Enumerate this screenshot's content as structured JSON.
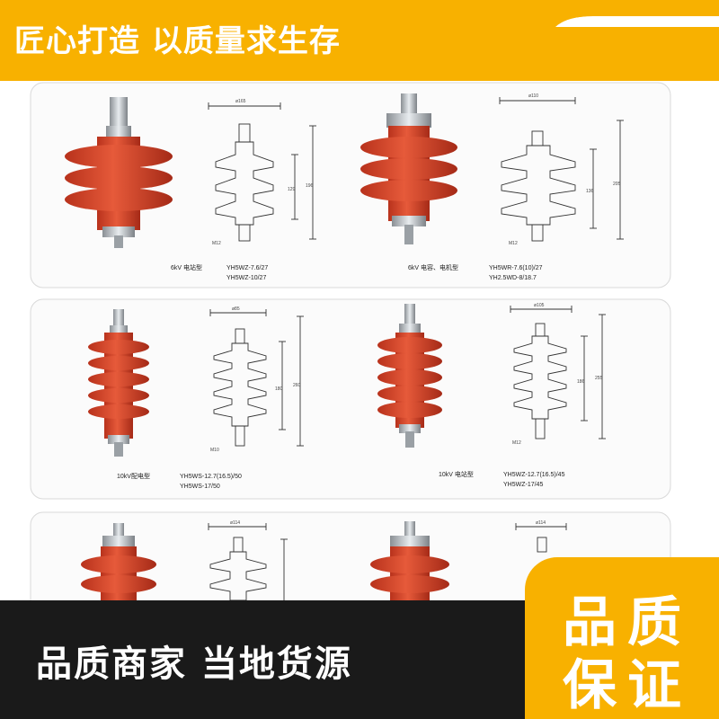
{
  "header": {
    "slogan": "匠心打造 以质量求生存"
  },
  "products": [
    {
      "usage": "6kV 电站型",
      "model_lines": [
        "YH5WZ-7.6/27",
        "YH5WZ-10/27"
      ],
      "dims": {
        "width": "ø165",
        "height_inner": "129",
        "height_outer": "196",
        "thread": "M12"
      }
    },
    {
      "usage": "6kV 电容、电机型",
      "model_lines": [
        "YH5WR-7.6(10)/27",
        "YH2.5WD-8/18.7"
      ],
      "dims": {
        "width": "ø110",
        "height_inner": "136",
        "height_outer": "205",
        "thread": "M12"
      }
    },
    {
      "usage": "10kV配电型",
      "model_lines": [
        "YH5WS-12.7(16.5)/50",
        "YH5WS-17/50"
      ],
      "dims": {
        "width": "ø85",
        "height_inner": "180",
        "height_outer": "260",
        "thread": "M10"
      }
    },
    {
      "usage": "10kV 电站型",
      "model_lines": [
        "YH5WZ-12.7(16.5)/45",
        "YH5WZ-17/45"
      ],
      "dims": {
        "width": "ø105",
        "height_inner": "186",
        "height_outer": "255",
        "thread": "M12"
      }
    },
    {
      "usage": "",
      "model_lines": [],
      "dims": {
        "width": "ø114",
        "height_inner": "",
        "height_outer": "",
        "thread": ""
      }
    },
    {
      "usage": "",
      "model_lines": [],
      "dims": {
        "width": "ø114",
        "height_inner": "",
        "height_outer": "",
        "thread": ""
      }
    }
  ],
  "footer": {
    "tagline": "品质商家  当地货源"
  },
  "badge": {
    "line1": "品质",
    "line2": "保证"
  },
  "colors": {
    "background": "#f8b100",
    "insulator": "#d8452a",
    "dark_bar": "#1a1a1a",
    "text_white": "#ffffff"
  }
}
